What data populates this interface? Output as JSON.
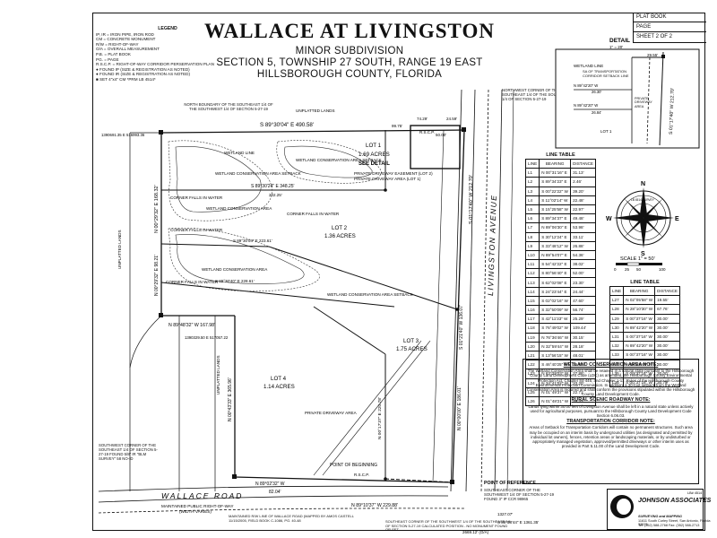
{
  "title": {
    "main": "WALLACE AT LIVINGSTON",
    "type": "MINOR SUBDIVISION",
    "section": "SECTION 5, TOWNSHIP 27 SOUTH, RANGE 19 EAST",
    "county": "HILLSBOROUGH COUNTY, FLORIDA"
  },
  "plat_box": {
    "book": "PLAT BOOK",
    "page": "PAGE",
    "sheet": "SHEET 2 OF 2"
  },
  "legend": {
    "heading": "LEGEND",
    "items": [
      "IP, IR = IRON PIPE, IRON ROD",
      "CM = CONCRETE MONUMENT",
      "R/W = RIGHT-OF-WAY",
      "O/A = OVERALL MEASUREMENT",
      "P.B. = PLAT BOOK",
      "PG. = PAGE",
      "R.S.C.P. = RIGHT-OF-WAY CORRIDOR PERSERVATION PLAN",
      "● FOUND IP (SIZE & REGISTRATION AS NOTED)",
      "● FOUND IR (SIZE & REGISTRATION AS NOTED)",
      "■ SET 4\"x4\" CM *PRM LB 4514*"
    ]
  },
  "labels": {
    "lot1": "LOT 1",
    "lot1_area": "1.69 ACRES",
    "see_detail": "SEE DETAIL",
    "lot2": "LOT 2",
    "lot2_area": "1.36 ACRES",
    "lot3": "LOT 3",
    "lot3_area": "1.75 ACRES",
    "lot4": "LOT 4",
    "lot4_area": "1.14 ACRES",
    "wetland_area": "WETLAND CONSERVATION AREA",
    "wetland_setback": "WETLAND CONSERVATION AREA SETBACK",
    "wetland_line": "WETLAND LINE",
    "corner_falls": "CORNER FALLS IN WATER",
    "private_easement": "PRIVATE DRIVEWAY EASEMENT (LOT 2)",
    "private_area": "PRIVATE DRIVEWAY AREA (LOT 1)",
    "private_driveway": "PRIVATE DRIVEWAY AREA",
    "unplatted": "UNPLATTED LANDS",
    "road_livingston": "LIVINGSTON AVENUE",
    "road_wallace": "WALLACE ROAD",
    "wallace_sub": "MAINTAINED PUBLIC RIGHT-OF-WAY",
    "width_varies": "(WIDTH VARIES)",
    "pob": "POINT OF BEGINNING",
    "por": "POINT OF REFERENCE",
    "rscp": "R.S.C.P.",
    "north_boundary": "NORTH BOUNDARY OF THE SOUTHEAST 1/4 OF THE SOUTHWEST 1/4 OF SECTION 5-27-19",
    "nw_corner": "NORTHWEST CORNER OF THE SOUTHEAST 1/4 OF THE SOUTHWEST 1/4 OF SECTION 5-27-19",
    "se_corner_note": "SOUTHEAST CORNER OF THE SOUTHWEST 1/4 OF SECTION 5-27-19 FOUND 3\" IP CCR 98965",
    "sw_corner_note": "SOUTHWEST CORNER OF THE SOUTHEAST 1/4 OF SECTION 5-27-19 FOUND 5/8\" IR \"BLM SURVEY\" 58 NO-ID",
    "south_boundary": "SOUTHEAST CORNER OF THE SOUTHWEST 1/4 OF THE SOUTHEAST 1/4 OF SECTION 5-27-19 CALCULATED POSITION - NO MONUMENT FOUND OR SET",
    "maint_rw": "MAINTAINED R/W LINE OF WALLACE ROAD (MAPPED BY AMOS CASTELL 11/15/2005, FIELD BOOK C-1086, PG. 40-48",
    "coords1": "1390691.35 E 516993.36",
    "coords2": "1390329.50 E 517057.22"
  },
  "bearings": {
    "north_line": "S 89°30'04\" E  490.58'",
    "seg_7429": "74.29'",
    "seg_9975": "99.75'",
    "seg_2459": "24.59'",
    "seg_5000": "50.00'",
    "lot1_south": "S 89°30'24\" E  348.25'",
    "lot1_south_sub": "202.25'",
    "east_line": "S 01°17'40\" W  212.70'",
    "west_upper": "N 00°29'32\" E  168.32'",
    "west_mid": "N 00°29'32\" E  98.21'",
    "lot2_south": "S 89°30'04\" E  223.61'",
    "lot3_line": "S 89°30'40\" E  228.61'",
    "lot4_north": "N 89°48'32\" W  167.98'",
    "lot4_west": "N 00°43'33\" E  365.96'",
    "lot3_diag": "N 00°17'37\" E  220.78'",
    "road_east": "S 01°21'40\" W  136.07'",
    "lot3_east": "N 00°00'00\" E  186.01'",
    "wallace_s1": "N 89°02'32\" W",
    "wallace_s1_dist": "82.04'",
    "wallace_main": "N 89°10'37\" W  229.88'",
    "total_line": "S 89°38'44\" E  1361.35'",
    "seg_2669": "2669.12' (O/A)",
    "seg_1327": "1327.07'"
  },
  "detail": {
    "heading": "DETAIL",
    "scale": "1\" = 20'",
    "wetland_line": "WETLAND LINE",
    "sa_text": "SA OF TRANSPORTATION CORRIDOR SETBACK LINE",
    "private_area": "PRIVATE DRIVEWAY AREA",
    "lot1": "LOT 1",
    "b1": "N 89°42'20\" W",
    "b1_dist": "26.30'",
    "b2": "N 89°42'20\" W",
    "b2_dist": "26.84'",
    "b3": "S 01°17'40\" W  212.70'",
    "dist1": "29.55'"
  },
  "compass": {
    "n": "N",
    "s": "S",
    "e": "E",
    "w": "W",
    "seal": "LB 4514 SURVEY"
  },
  "scale_bar": {
    "label": "SCALE  1\" = 50'",
    "ticks": [
      "0",
      "25",
      "50",
      "100"
    ]
  },
  "line_table_1": {
    "caption": "LINE TABLE",
    "headers": [
      "LINE",
      "BEARING",
      "DISTANCE"
    ],
    "rows": [
      [
        "L1",
        "N 00°31'16\" E",
        "31.13'"
      ],
      [
        "L2",
        "S 89°34'23\" E",
        "2.46'"
      ],
      [
        "L3",
        "S 00°22'22\" W",
        "39.20'"
      ],
      [
        "L4",
        "S 11°02'14\" W",
        "22.48'"
      ],
      [
        "L5",
        "S 15°25'58\" W",
        "22.97'"
      ],
      [
        "L6",
        "S 89°34'37\" E",
        "49.48'"
      ],
      [
        "L7",
        "N 89°06'30\" E",
        "53.98'"
      ],
      [
        "L8",
        "S 30°12'24\" E",
        "33.11'"
      ],
      [
        "L9",
        "S 33°48'12\" W",
        "26.88'"
      ],
      [
        "L10",
        "N 89°54'07\" E",
        "54.36'"
      ],
      [
        "L11",
        "S 54°42'22\" E",
        "38.02'"
      ],
      [
        "L12",
        "S 80°56'40\" E",
        "52.00'"
      ],
      [
        "L13",
        "S 62°02'08\" E",
        "23.30'"
      ],
      [
        "L14",
        "S 24°23'44\" E",
        "24.44'"
      ],
      [
        "L15",
        "S 02°02'16\" W",
        "47.60'"
      ],
      [
        "L16",
        "S 32°50'09\" W",
        "56.74'"
      ],
      [
        "L17",
        "S 42°11'33\" W",
        "25.29'"
      ],
      [
        "L18",
        "S 76°49'02\" W",
        "109.44'"
      ],
      [
        "L19",
        "N 76°36'46\" W",
        "30.15'"
      ],
      [
        "L20",
        "N 32°59'44\" W",
        "28.18'"
      ],
      [
        "L21",
        "S 13°56'15\" W",
        "48.01'"
      ],
      [
        "L22",
        "S 46°40'25\" W",
        "39.89'"
      ],
      [
        "L23",
        "N 63°29'03\" W",
        "27.88'"
      ],
      [
        "L24",
        "N 34°41'02\" W",
        "23.20'"
      ],
      [
        "L25",
        "N 01°49'37\" W",
        "22.71'"
      ],
      [
        "L26",
        "N 01°48'21\" W",
        "29.33'"
      ]
    ]
  },
  "line_table_2": {
    "caption": "LINE TABLE",
    "headers": [
      "LINE",
      "BEARING",
      "DISTANCE"
    ],
    "rows": [
      [
        "L27",
        "N 02°05'58\" W",
        "19.55'"
      ],
      [
        "L28",
        "N 28°10'30\" W",
        "67.76'"
      ],
      [
        "L29",
        "S 00°37'16\" W",
        "30.00'"
      ],
      [
        "L30",
        "N 89°42'20\" W",
        "30.00'"
      ],
      [
        "L31",
        "S 00°37'16\" W",
        "30.00'"
      ],
      [
        "L32",
        "N 89°42'20\" W",
        "30.00'"
      ],
      [
        "L33",
        "S 00°37'16\" W",
        "30.00'"
      ],
      [
        "L34",
        "N 89°38'44\" W",
        "30.00'"
      ],
      [
        "L35",
        "S 00°37'16\" W",
        "30.00'"
      ],
      [
        "L36",
        "S 00°37'16\" W",
        "30.75'"
      ]
    ]
  },
  "notes": {
    "wetland_heading": "WETLAND CONSERVATION AREA NOTE:",
    "wetland_text": "The Wetland Conservation Area shall be retained in a natural state pursuant to the Hillsborough County Land Development Code (LDC) as amended, the Hillsborough County Environmental Protection Act, Chapter 84-446, and Chapter 1-11, Rules of the Hillsborough County Environmental Protection Commission. In addition, a 30-foot setback from the Wetland Conservation Area is required and shall conform the provisions stipulated within the Hillsborough County Land Development Code.",
    "rural_heading": "RURAL SCENIC ROADWAY NOTE:",
    "rural_text": "Lands lying within 30.00 feet of Livingston Avenue shall be left in a natural state unless actively used for agricultural purposes, pursuant to the Hillsborough County Land Development Code Section 6.06.03.",
    "transport_heading": "TRANSPORTATION CORRIDOR NOTE:",
    "transport_text": "Areas of Setback for Transportation Corridors will contain no permanent structures. Such area may be occupied on an interim basis by underground utilities (as designated and permitted by individual lot owners), fences, retention areas or landscaping materials, or by undisturbed or appropriately managed vegetation, approved/permitted driveways or other interim uses as provided in Part 5.11.00 of the Land Development Code."
  },
  "company": {
    "name": "JOHNSON ASSOCIATES",
    "tagline": "SURVEYING and MAPPING",
    "address": "11611 South Curley Street, San Antonio, Florida 33576",
    "phone": "Tel: (352) 588-2768  Fax: (352) 588-2713",
    "lb": "LB# 4514"
  }
}
